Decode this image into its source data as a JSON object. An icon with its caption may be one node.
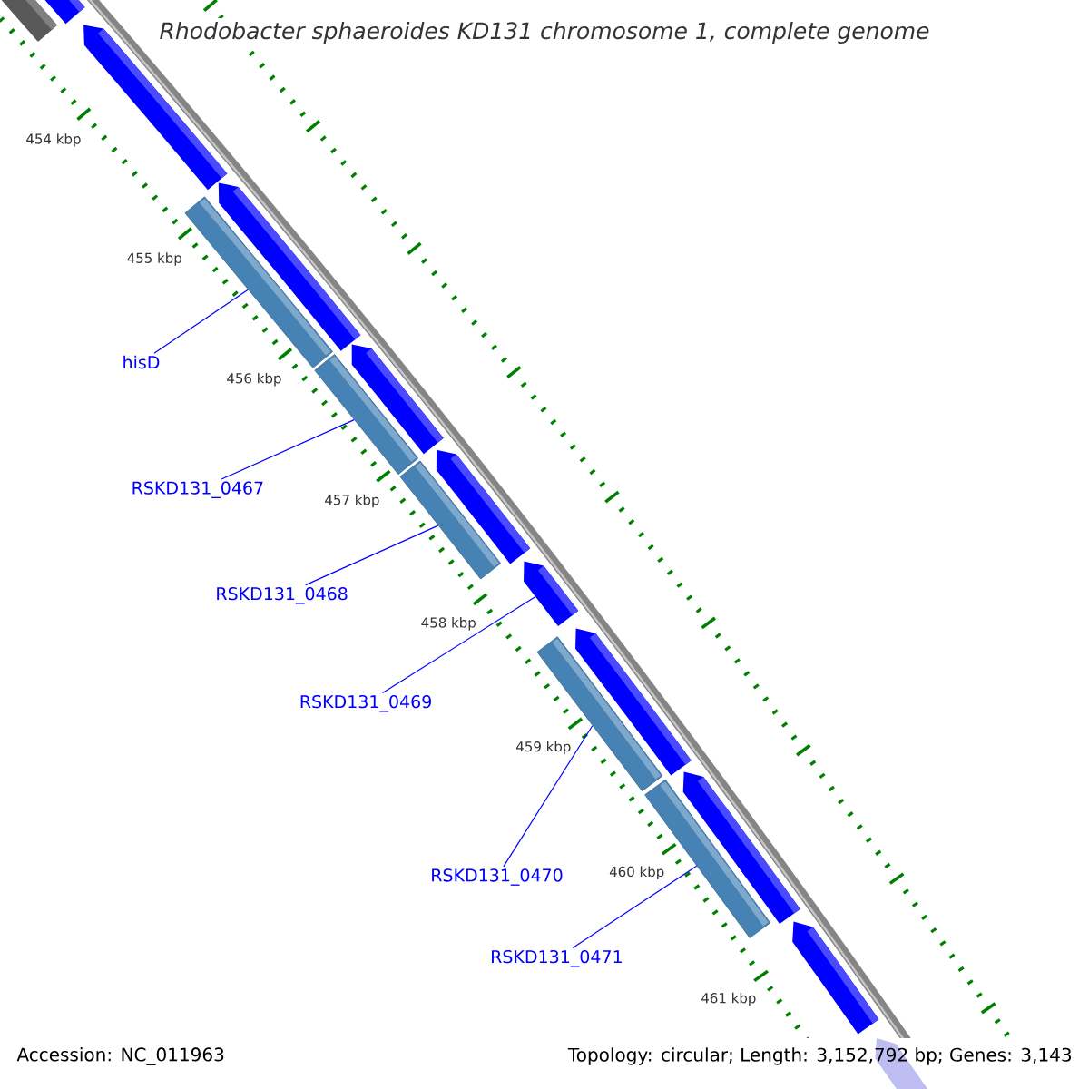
{
  "diagram": {
    "title": "Rhodobacter sphaeroides KD131 chromosome 1, complete genome",
    "nodes": [
      {
        "text": [
          "hisD"
        ]
      },
      {
        "text": [
          "RSKD131_0467"
        ]
      },
      {
        "text": [
          "RSKD131_0468"
        ]
      },
      {
        "text": [
          "RSKD131_0469"
        ]
      },
      {
        "text": [
          "RSKD131_0470"
        ]
      },
      {
        "text": [
          "RSKD131_0471"
        ]
      },
      {
        "text": [],
        "shape": "bar"
      },
      {
        "text": [],
        "shape": "bar"
      },
      {
        "text": [],
        "shape": "bar"
      },
      {
        "text": [],
        "shape": "box"
      },
      {
        "text": [],
        "shape": "bar"
      },
      {
        "text": [],
        "shape": "bar"
      }
    ],
    "edges": [
      {
        "from": 0,
        "to": 6,
        "arrow": "none"
      },
      {
        "from": 1,
        "to": 7,
        "arrow": "none"
      },
      {
        "from": 2,
        "to": 8,
        "arrow": "none"
      },
      {
        "from": 3,
        "to": 9,
        "arrow": "none"
      },
      {
        "from": 4,
        "to": 10,
        "arrow": "none"
      },
      {
        "from": 5,
        "to": 11,
        "arrow": "none"
      }
    ],
    "labels": [
      "454 kbp",
      "455 kbp",
      "456 kbp",
      "457 kbp",
      "458 kbp",
      "459 kbp",
      "460 kbp",
      "461 kbp",
      "Accession: NC_011963",
      "Topology: circular; Length: 3,152,792 bp; Genes: 3,143"
    ]
  }
}
